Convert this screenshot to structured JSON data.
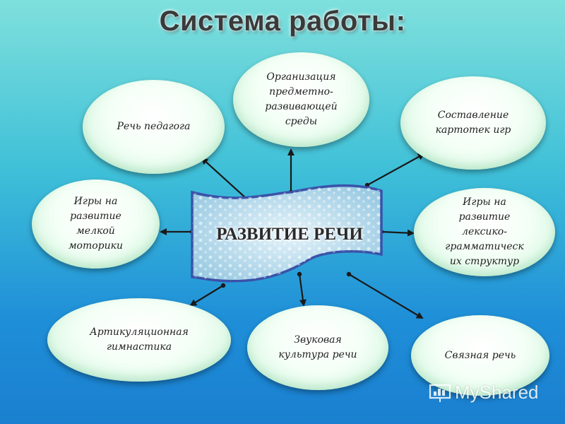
{
  "title": "Система работы:",
  "center": "РАЗВИТИЕ РЕЧИ",
  "nodes": [
    {
      "id": "org",
      "label": "Организация\nпредметно-\nразвивающей\nсреды"
    },
    {
      "id": "speech-teacher",
      "label": "Речь педагога"
    },
    {
      "id": "card-files",
      "label": "Составление\nкартотек игр"
    },
    {
      "id": "fine-motor",
      "label": "Игры на\nразвитие\nмелкой\nмоторики"
    },
    {
      "id": "lexico-grammar",
      "label": "Игры на\nразвитие\nлексико-\nграмматическ\nих структур"
    },
    {
      "id": "articulation",
      "label": "Артикуляционная\nгимнастика"
    },
    {
      "id": "sound-culture",
      "label": "Звуковая\nкультура речи"
    },
    {
      "id": "coherent-speech",
      "label": "Связная речь"
    }
  ],
  "watermark": "MyShared",
  "colors": {
    "ellipse_fill": "#e8fbee",
    "arrow": "#1a1a1a",
    "banner_fill": "#b8dcec",
    "banner_border": "#3a52a8"
  }
}
